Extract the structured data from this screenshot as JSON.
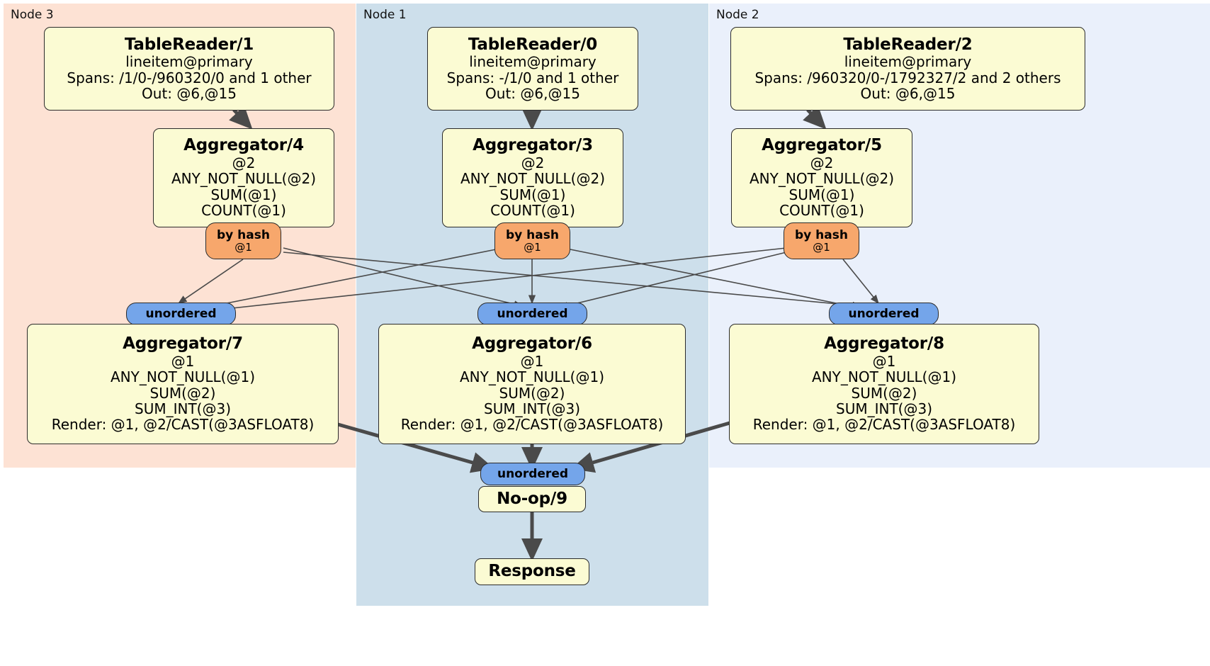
{
  "diagram": {
    "type": "distributed-query-plan",
    "nodes": [
      {
        "id": "node3",
        "label": "Node 3",
        "color": "#fde2d4"
      },
      {
        "id": "node1",
        "label": "Node 1",
        "color": "#cddfeb"
      },
      {
        "id": "node2",
        "label": "Node 2",
        "color": "#eaf0fb"
      }
    ],
    "colors": {
      "box_fill": "#fbfbd3",
      "box_border": "#2b2b2b",
      "hash_pill": "#f7a76c",
      "unordered_pill": "#74a5ea",
      "edge": "#4a4a4a"
    },
    "processors": {
      "table_reader_1": {
        "title": "TableReader/1",
        "lines": [
          "lineitem@primary",
          "Spans: /1/0-/960320/0 and 1 other",
          "Out: @6,@15"
        ]
      },
      "table_reader_0": {
        "title": "TableReader/0",
        "lines": [
          "lineitem@primary",
          "Spans: -/1/0 and 1 other",
          "Out: @6,@15"
        ]
      },
      "table_reader_2": {
        "title": "TableReader/2",
        "lines": [
          "lineitem@primary",
          "Spans: /960320/0-/1792327/2 and 2 others",
          "Out: @6,@15"
        ]
      },
      "aggregator_4": {
        "title": "Aggregator/4",
        "lines": [
          "@2",
          "ANY_NOT_NULL(@2)",
          "SUM(@1)",
          "COUNT(@1)"
        ]
      },
      "aggregator_3": {
        "title": "Aggregator/3",
        "lines": [
          "@2",
          "ANY_NOT_NULL(@2)",
          "SUM(@1)",
          "COUNT(@1)"
        ]
      },
      "aggregator_5": {
        "title": "Aggregator/5",
        "lines": [
          "@2",
          "ANY_NOT_NULL(@2)",
          "SUM(@1)",
          "COUNT(@1)"
        ]
      },
      "aggregator_7": {
        "title": "Aggregator/7",
        "lines": [
          "@1",
          "ANY_NOT_NULL(@1)",
          "SUM(@2)",
          "SUM_INT(@3)",
          "Render: @1, @2/CAST(@3ASFLOAT8)"
        ]
      },
      "aggregator_6": {
        "title": "Aggregator/6",
        "lines": [
          "@1",
          "ANY_NOT_NULL(@1)",
          "SUM(@2)",
          "SUM_INT(@3)",
          "Render: @1, @2/CAST(@3ASFLOAT8)"
        ]
      },
      "aggregator_8": {
        "title": "Aggregator/8",
        "lines": [
          "@1",
          "ANY_NOT_NULL(@1)",
          "SUM(@2)",
          "SUM_INT(@3)",
          "Render: @1, @2/CAST(@3ASFLOAT8)"
        ]
      },
      "noop_9": {
        "title": "No-op/9",
        "lines": []
      },
      "response": {
        "title": "Response",
        "lines": []
      }
    },
    "routers": {
      "hash_left": {
        "label": "by hash",
        "detail": "@1"
      },
      "hash_center": {
        "label": "by hash",
        "detail": "@1"
      },
      "hash_right": {
        "label": "by hash",
        "detail": "@1"
      },
      "unordered_left": {
        "label": "unordered"
      },
      "unordered_center": {
        "label": "unordered"
      },
      "unordered_right": {
        "label": "unordered"
      },
      "unordered_final": {
        "label": "unordered"
      }
    }
  }
}
